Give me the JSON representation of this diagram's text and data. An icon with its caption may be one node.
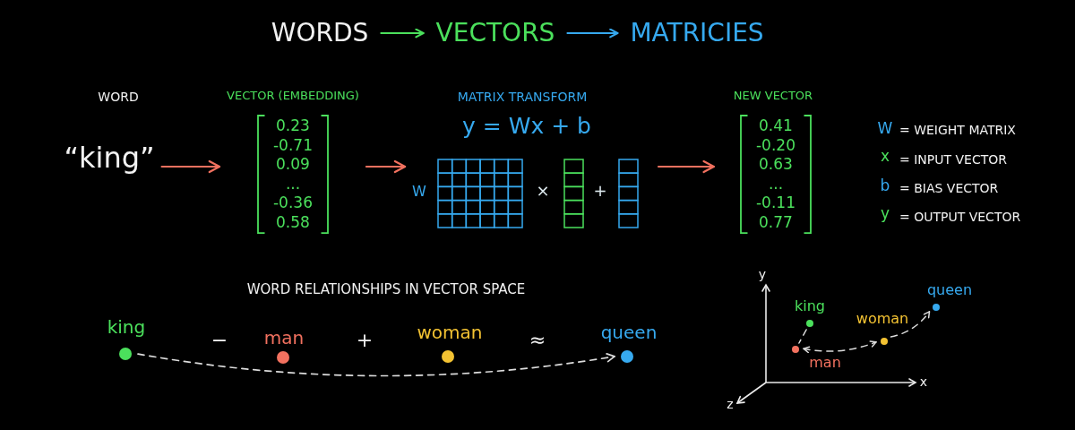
{
  "diagram": {
    "nodes": [
      {
        "text": [
          "WORDS"
        ]
      },
      {
        "text": [
          "VECTORS"
        ]
      },
      {
        "text": [
          "MATRICIES"
        ]
      },
      {
        "text": [
          "WORD",
          "“king”"
        ]
      },
      {
        "text": [
          "VECTOR (EMBEDDING)",
          "0.23",
          "-0.71",
          "0.09",
          "...",
          "-0.36",
          "0.58"
        ]
      },
      {
        "text": [
          "MATRIX TRANSFORM",
          "y = Wx + b",
          "W",
          "×",
          "+"
        ]
      },
      {
        "text": [
          "NEW VECTOR",
          "0.41",
          "-0.20",
          "0.63",
          "...",
          "-0.11",
          "0.77"
        ]
      },
      {
        "text": [
          "king"
        ]
      },
      {
        "text": [
          "man"
        ]
      },
      {
        "text": [
          "woman"
        ]
      },
      {
        "text": [
          "queen"
        ]
      },
      {
        "text": [
          "king"
        ]
      },
      {
        "text": [
          "man"
        ]
      },
      {
        "text": [
          "woman"
        ]
      },
      {
        "text": [
          "queen"
        ]
      }
    ],
    "edges": [
      {
        "from": 0,
        "to": 1,
        "arrow": "to",
        "color": "#4be05c"
      },
      {
        "from": 1,
        "to": 2,
        "arrow": "to",
        "color": "#36a9ef"
      },
      {
        "from": 3,
        "to": 4,
        "arrow": "to",
        "color": "#f2715f"
      },
      {
        "from": 4,
        "to": 5,
        "arrow": "to",
        "color": "#f2715f"
      },
      {
        "from": 5,
        "to": 6,
        "arrow": "to",
        "color": "#f2715f"
      },
      {
        "from": 7,
        "to": 10,
        "arrow": "to",
        "style": "dashed"
      },
      {
        "from": 11,
        "to": 12,
        "arrow": "none",
        "style": "dashed"
      },
      {
        "from": 12,
        "to": 13,
        "arrow": "both",
        "style": "dashed"
      },
      {
        "from": 13,
        "to": 14,
        "arrow": "to",
        "style": "dashed"
      }
    ],
    "labels": [
      "W",
      "= WEIGHT MATRIX",
      "x",
      "= INPUT VECTOR",
      "b",
      "= BIAS VECTOR",
      "y",
      "= OUTPUT VECTOR",
      "WORD RELATIONSHIPS IN VECTOR SPACE",
      "−",
      "+",
      "≈",
      "y",
      "x",
      "z"
    ]
  }
}
